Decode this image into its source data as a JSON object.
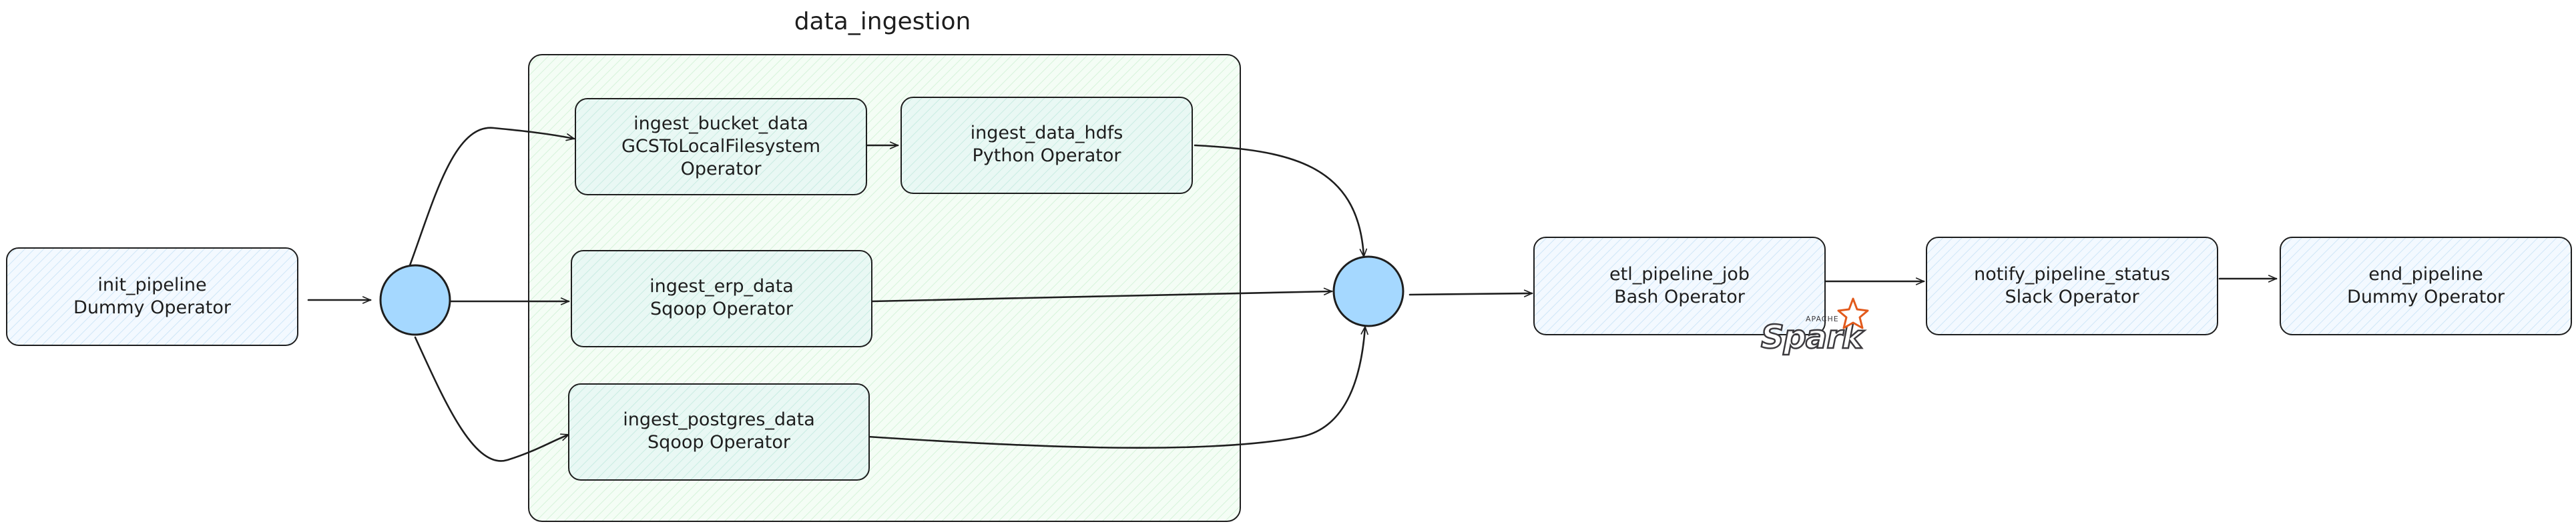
{
  "group": {
    "title": "data_ingestion"
  },
  "nodes": {
    "init_pipeline": {
      "line1": "init_pipeline",
      "line2": "Dummy Operator"
    },
    "ingest_bucket_data": {
      "line1": "ingest_bucket_data",
      "line2": "GCSToLocalFilesystem",
      "line3": "Operator"
    },
    "ingest_data_hdfs": {
      "line1": "ingest_data_hdfs",
      "line2": "Python Operator"
    },
    "ingest_erp_data": {
      "line1": "ingest_erp_data",
      "line2": "Sqoop Operator"
    },
    "ingest_postgres_data": {
      "line1": "ingest_postgres_data",
      "line2": "Sqoop Operator"
    },
    "etl_pipeline_job": {
      "line1": "etl_pipeline_job",
      "line2": "Bash Operator"
    },
    "notify_pipeline_status": {
      "line1": "notify_pipeline_status",
      "line2": "Slack Operator"
    },
    "end_pipeline": {
      "line1": "end_pipeline",
      "line2": "Dummy Operator"
    }
  },
  "logo": {
    "word": "Spark",
    "small": "APACHE",
    "icon": "spark-star-icon"
  },
  "colors": {
    "task_fill": "#e7f5ff",
    "group_fill": "#ebfbee",
    "inner_fill": "#e6fcf5",
    "junction_fill": "#a5d8ff",
    "stroke": "#1e1e1e",
    "spark_orange": "#e25a1c"
  }
}
